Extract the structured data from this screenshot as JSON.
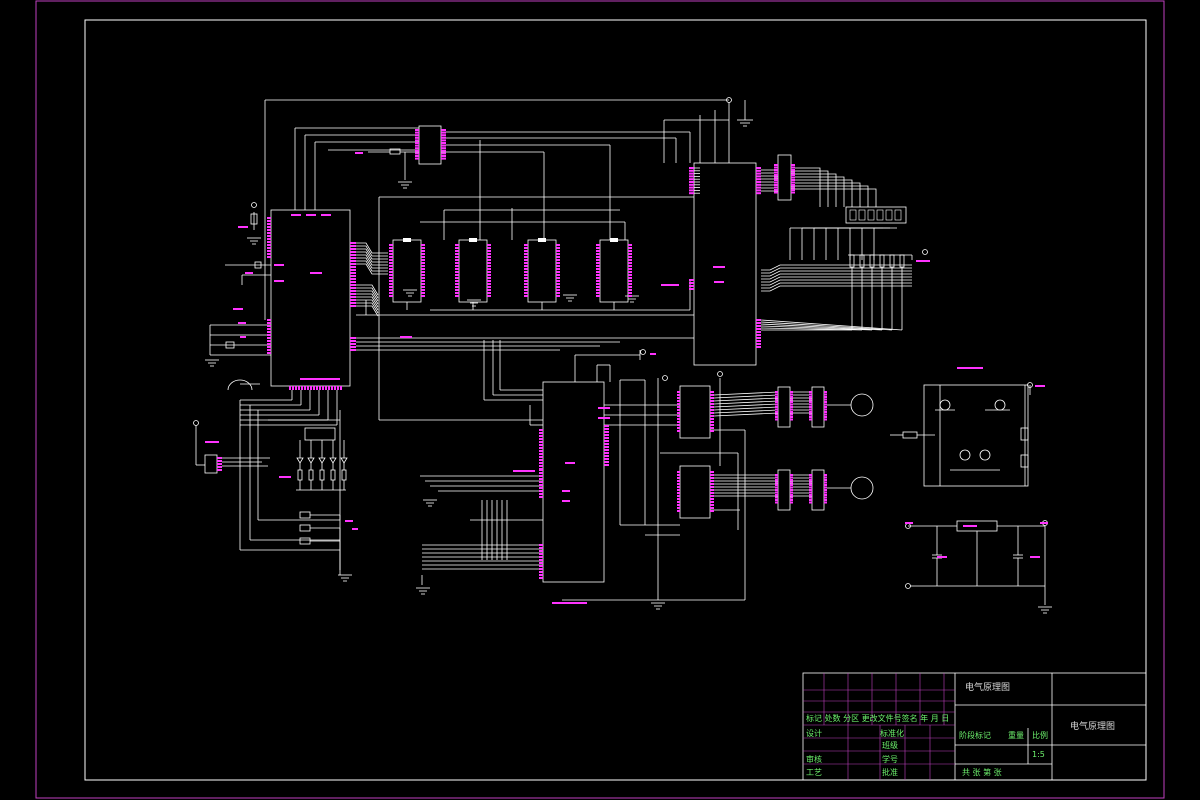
{
  "colors": {
    "wire": "#ffffff",
    "pin": "#ff33ff",
    "frame_outer": "#c040c0",
    "title_grid": "#c040c0",
    "label_green": "#6cf06c",
    "background": "#000000"
  },
  "title_block": {
    "drawing_title": "电气原理图",
    "drawing_title_right": "电气原理图",
    "revision_header": "标记 处数 分区 更改文件号签名 年 月 日",
    "role_design": "设计",
    "role_standardize": "标准化",
    "role_class": "班级",
    "role_review": "审核",
    "role_student_no": "学号",
    "role_process": "工艺",
    "role_approve": "批准",
    "stage_mark": "阶段标记",
    "weight": "重量",
    "scale": "比例",
    "scale_value": "1:5",
    "sheets": "共 张 第 张"
  },
  "icons": [
    "ground-icon",
    "power-terminal-icon",
    "motor-icon",
    "seven-segment-display-icon"
  ]
}
